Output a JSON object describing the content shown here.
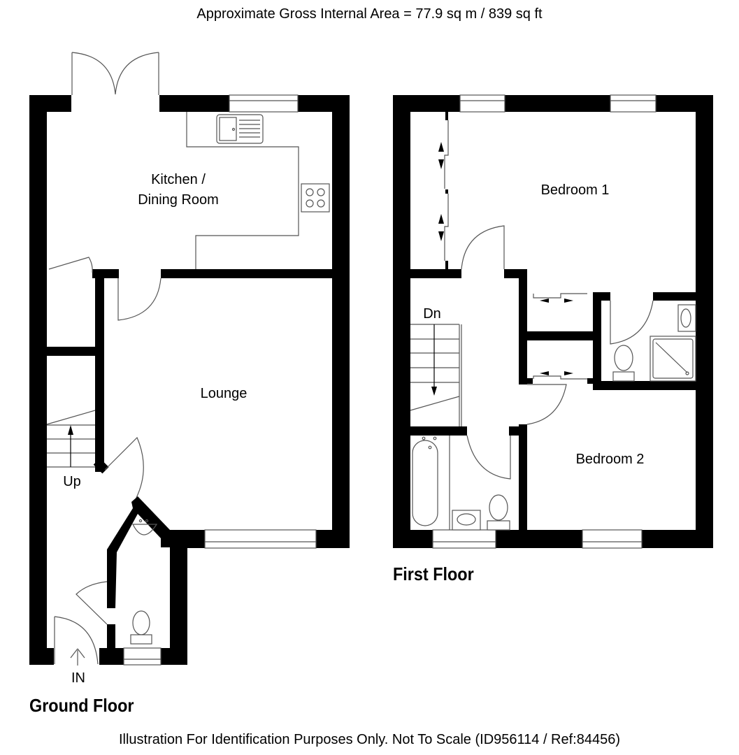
{
  "header": {
    "area_text": "Approximate Gross Internal Area = 77.9 sq m / 839 sq ft"
  },
  "footer": {
    "disclaimer": "Illustration For Identification Purposes Only. Not To Scale (ID956114 / Ref:84456)"
  },
  "ground_floor": {
    "title": "Ground Floor",
    "rooms": [
      {
        "name": "kitchen-dining",
        "label_line1": "Kitchen /",
        "label_line2": "Dining Room"
      },
      {
        "name": "lounge",
        "label": "Lounge"
      }
    ],
    "stairs_label": "Up",
    "entrance_label": "IN"
  },
  "first_floor": {
    "title": "First Floor",
    "rooms": [
      {
        "name": "bedroom-1",
        "label": "Bedroom 1"
      },
      {
        "name": "bedroom-2",
        "label": "Bedroom 2"
      }
    ],
    "stairs_label": "Dn"
  }
}
